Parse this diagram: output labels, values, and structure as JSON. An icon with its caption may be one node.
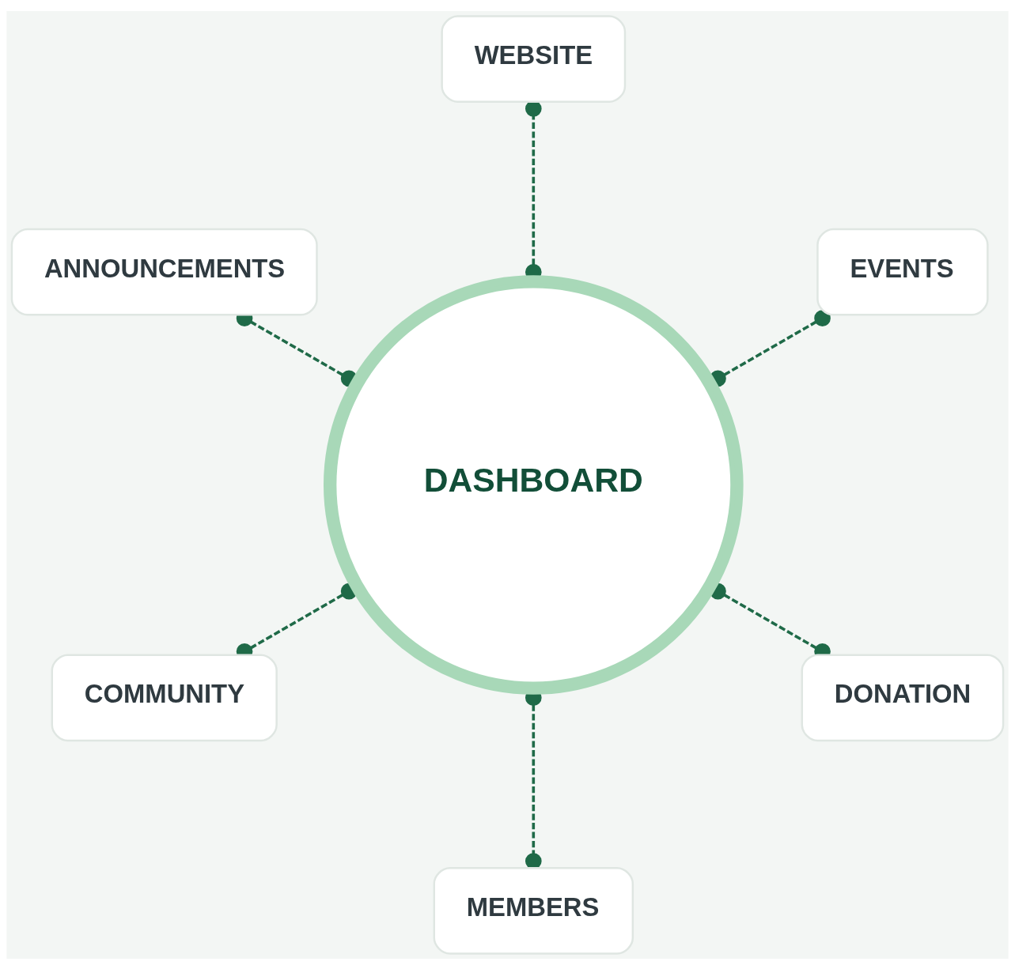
{
  "diagram": {
    "nodes": [
      {
        "text": [
          "WEBSITE"
        ]
      },
      {
        "text": [
          "ANNOUNCEMENTS"
        ]
      },
      {
        "text": [
          "EVENTS"
        ]
      },
      {
        "text": [
          "DASHBOARD"
        ]
      },
      {
        "text": [
          "COMMUNITY"
        ]
      },
      {
        "text": [
          "DONATION"
        ]
      },
      {
        "text": [
          "MEMBERS"
        ]
      }
    ],
    "edges": [
      {
        "from": 3,
        "to": 0,
        "arrow": "other",
        "style": "dashed"
      },
      {
        "from": 3,
        "to": 2,
        "arrow": "other",
        "style": "dashed"
      },
      {
        "from": 3,
        "to": 5,
        "arrow": "other",
        "style": "dashed"
      },
      {
        "from": 3,
        "to": 6,
        "arrow": "other",
        "style": "dashed"
      },
      {
        "from": 3,
        "to": 4,
        "arrow": "other",
        "style": "dashed"
      },
      {
        "from": 3,
        "to": 1,
        "arrow": "other",
        "style": "dashed"
      }
    ]
  }
}
